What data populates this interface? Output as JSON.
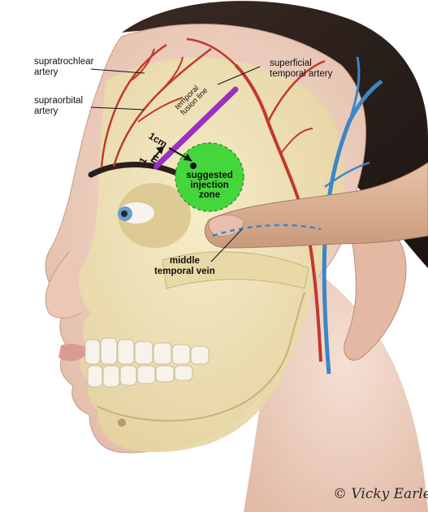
{
  "labels": {
    "supratrochlear": "supratrochlear\nartery",
    "supraorbital": "supraorbital\nartery",
    "superficial_temporal": "superficial\ntemporal artery",
    "temporal_fusion_line": "temporal\nfusion line",
    "measure_1cm_a": "1cm",
    "measure_1cm_b": "1\ncm",
    "injection_zone": "suggested\ninjection\nzone",
    "middle_temporal_vein": "middle\ntemporal vein"
  },
  "signature": "© Vicky Earle",
  "colors": {
    "artery": "#c0392b",
    "vein": "#3b86c6",
    "fusion_line": "#9b2fc4",
    "injection_zone": "#44d63a",
    "bone": "#efe3b6",
    "skin": "#f0d6c8",
    "hair": "#2b1e1a"
  }
}
